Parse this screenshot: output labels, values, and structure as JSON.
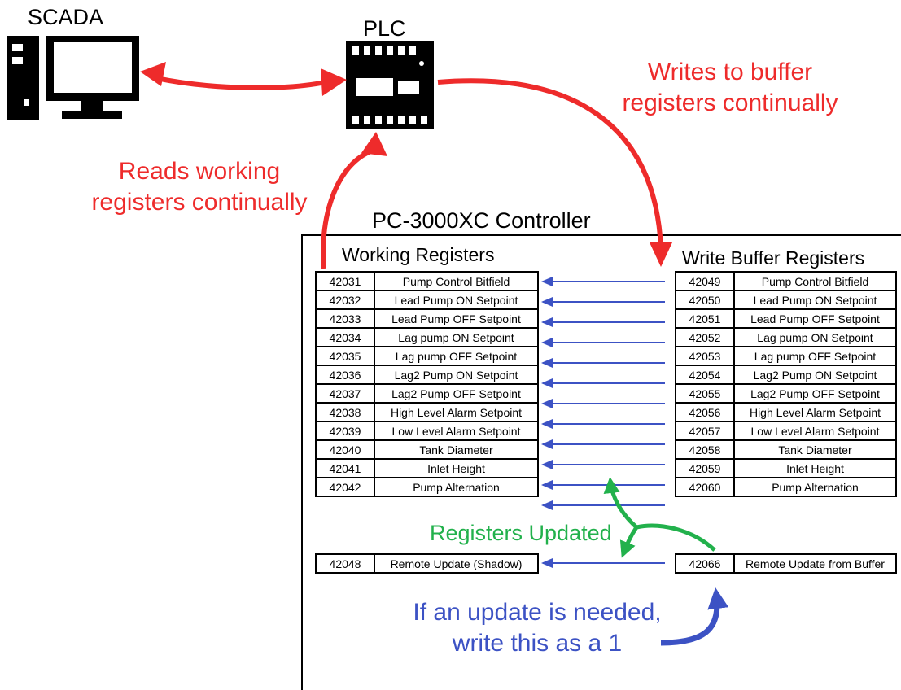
{
  "nodes": {
    "scada": {
      "label": "SCADA",
      "icon": "computer-icon"
    },
    "plc": {
      "label": "PLC",
      "icon": "plc-icon"
    }
  },
  "annotations": {
    "writes": [
      "Writes to buffer",
      "registers continually"
    ],
    "reads": [
      "Reads working",
      "registers continually"
    ],
    "updated": "Registers Updated",
    "update_needed": [
      "If an update is needed,",
      "write this as a 1"
    ]
  },
  "controller": {
    "title": "PC-3000XC Controller",
    "working": {
      "heading": "Working Registers",
      "rows": [
        {
          "addr": "42031",
          "desc": "Pump Control Bitfield"
        },
        {
          "addr": "42032",
          "desc": "Lead Pump ON Setpoint"
        },
        {
          "addr": "42033",
          "desc": "Lead Pump OFF Setpoint"
        },
        {
          "addr": "42034",
          "desc": "Lag pump ON Setpoint"
        },
        {
          "addr": "42035",
          "desc": "Lag pump OFF Setpoint"
        },
        {
          "addr": "42036",
          "desc": "Lag2 Pump ON Setpoint"
        },
        {
          "addr": "42037",
          "desc": "Lag2 Pump OFF Setpoint"
        },
        {
          "addr": "42038",
          "desc": "High Level Alarm Setpoint"
        },
        {
          "addr": "42039",
          "desc": "Low Level Alarm Setpoint"
        },
        {
          "addr": "42040",
          "desc": "Tank Diameter"
        },
        {
          "addr": "42041",
          "desc": "Inlet Height"
        },
        {
          "addr": "42042",
          "desc": "Pump Alternation"
        }
      ],
      "shadow": {
        "addr": "42048",
        "desc": "Remote Update (Shadow)"
      }
    },
    "buffer": {
      "heading": "Write Buffer Registers",
      "rows": [
        {
          "addr": "42049",
          "desc": "Pump Control Bitfield"
        },
        {
          "addr": "42050",
          "desc": "Lead Pump ON Setpoint"
        },
        {
          "addr": "42051",
          "desc": "Lead Pump OFF Setpoint"
        },
        {
          "addr": "42052",
          "desc": "Lag pump ON Setpoint"
        },
        {
          "addr": "42053",
          "desc": "Lag pump OFF Setpoint"
        },
        {
          "addr": "42054",
          "desc": "Lag2 Pump ON Setpoint"
        },
        {
          "addr": "42055",
          "desc": "Lag2 Pump OFF Setpoint"
        },
        {
          "addr": "42056",
          "desc": "High Level Alarm Setpoint"
        },
        {
          "addr": "42057",
          "desc": "Low Level Alarm Setpoint"
        },
        {
          "addr": "42058",
          "desc": "Tank Diameter"
        },
        {
          "addr": "42059",
          "desc": "Inlet Height"
        },
        {
          "addr": "42060",
          "desc": "Pump Alternation"
        }
      ],
      "trigger": {
        "addr": "42066",
        "desc": "Remote Update from Buffer"
      }
    }
  },
  "colors": {
    "red": "#ee2b2b",
    "blue": "#3c52c4",
    "green": "#22b14c"
  }
}
